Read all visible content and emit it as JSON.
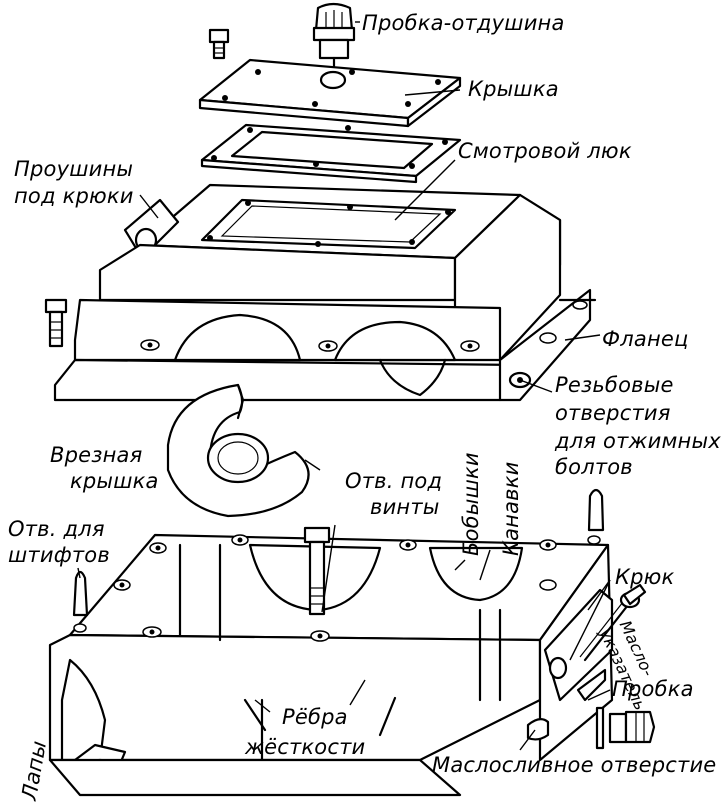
{
  "labels": {
    "vent_plug": "Пробка-отдушина",
    "cover": "Крышка",
    "inspection_hatch": "Смотровой люк",
    "lifting_lugs": [
      "Проушины",
      "под крюки"
    ],
    "flange": "Фланец",
    "threaded_holes": [
      "Резьбовые",
      "отверстия",
      "для отжимных",
      "болтов"
    ],
    "insert_cover": [
      "Врезная",
      "крышка"
    ],
    "screw_holes": [
      "Отв. под",
      "винты"
    ],
    "bosses": "Бобышки",
    "grooves": "Канавки",
    "pin_holes": [
      "Отв. для",
      "штифтов"
    ],
    "hook": "Крюк",
    "oil_gauge": [
      "Масло-",
      "указатель"
    ],
    "plug": "Пробка",
    "stiffening_ribs": [
      "Рёбра",
      "жёсткости"
    ],
    "feet": "Лапы",
    "drain_hole": "Маслосливное отверстие"
  }
}
